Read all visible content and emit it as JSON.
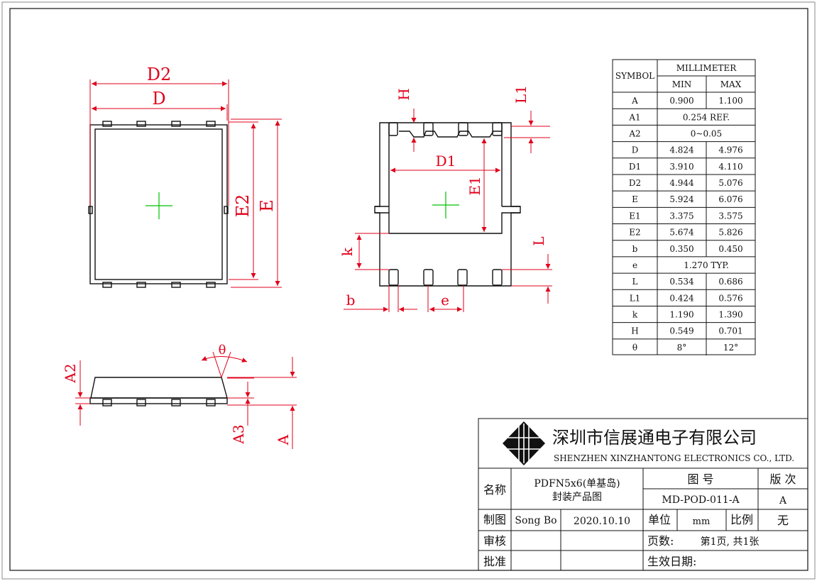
{
  "dimension_labels": {
    "D2": "D2",
    "D": "D",
    "E2": "E2",
    "E": "E",
    "H": "H",
    "L1": "L1",
    "D1": "D1",
    "E1": "E1",
    "k": "k",
    "L": "L",
    "b": "b",
    "e": "e",
    "theta": "θ",
    "A2": "A2",
    "A3": "A3",
    "A": "A"
  },
  "dimension_table": {
    "header_symbol": "SYMBOL",
    "header_unit": "MILLIMETER",
    "header_min": "MIN",
    "header_max": "MAX",
    "rows": [
      {
        "symbol": "A",
        "min": "0.900",
        "max": "1.100"
      },
      {
        "symbol": "A1",
        "span": "0.254 REF."
      },
      {
        "symbol": "A2",
        "span": "0~0.05"
      },
      {
        "symbol": "D",
        "min": "4.824",
        "max": "4.976"
      },
      {
        "symbol": "D1",
        "min": "3.910",
        "max": "4.110"
      },
      {
        "symbol": "D2",
        "min": "4.944",
        "max": "5.076"
      },
      {
        "symbol": "E",
        "min": "5.924",
        "max": "6.076"
      },
      {
        "symbol": "E1",
        "min": "3.375",
        "max": "3.575"
      },
      {
        "symbol": "E2",
        "min": "5.674",
        "max": "5.826"
      },
      {
        "symbol": "b",
        "min": "0.350",
        "max": "0.450"
      },
      {
        "symbol": "e",
        "span": "1.270 TYP."
      },
      {
        "symbol": "L",
        "min": "0.534",
        "max": "0.686"
      },
      {
        "symbol": "L1",
        "min": "0.424",
        "max": "0.576"
      },
      {
        "symbol": "k",
        "min": "1.190",
        "max": "1.390"
      },
      {
        "symbol": "H",
        "min": "0.549",
        "max": "0.701"
      },
      {
        "symbol": "θ",
        "min": "8°",
        "max": "12°"
      }
    ]
  },
  "title_block": {
    "company_cn": "深圳市信展通电子有限公司",
    "company_en": "SHENZHEN XINZHANTONG ELECTRONICS CO., LTD.",
    "name_label": "名称",
    "name_value_1": "PDFN5x6(单基岛)",
    "name_value_2": "封装产品图",
    "drawing_no_label": "图 号",
    "drawing_no": "MD-POD-011-A",
    "revision_label": "版 次",
    "revision": "A",
    "drafted_label": "制图",
    "drafted_by": "Song Bo",
    "date": "2020.10.10",
    "unit_label": "单位",
    "unit": "mm",
    "scale_label": "比例",
    "scale": "无",
    "review_label": "审核",
    "pages_label": "页数:",
    "pages": "第1页, 共1张",
    "approve_label": "批准",
    "effective_label": "生效日期:"
  },
  "colors": {
    "dimension": "#e0001b",
    "outline": "#111111",
    "center_mark": "#00c000"
  }
}
